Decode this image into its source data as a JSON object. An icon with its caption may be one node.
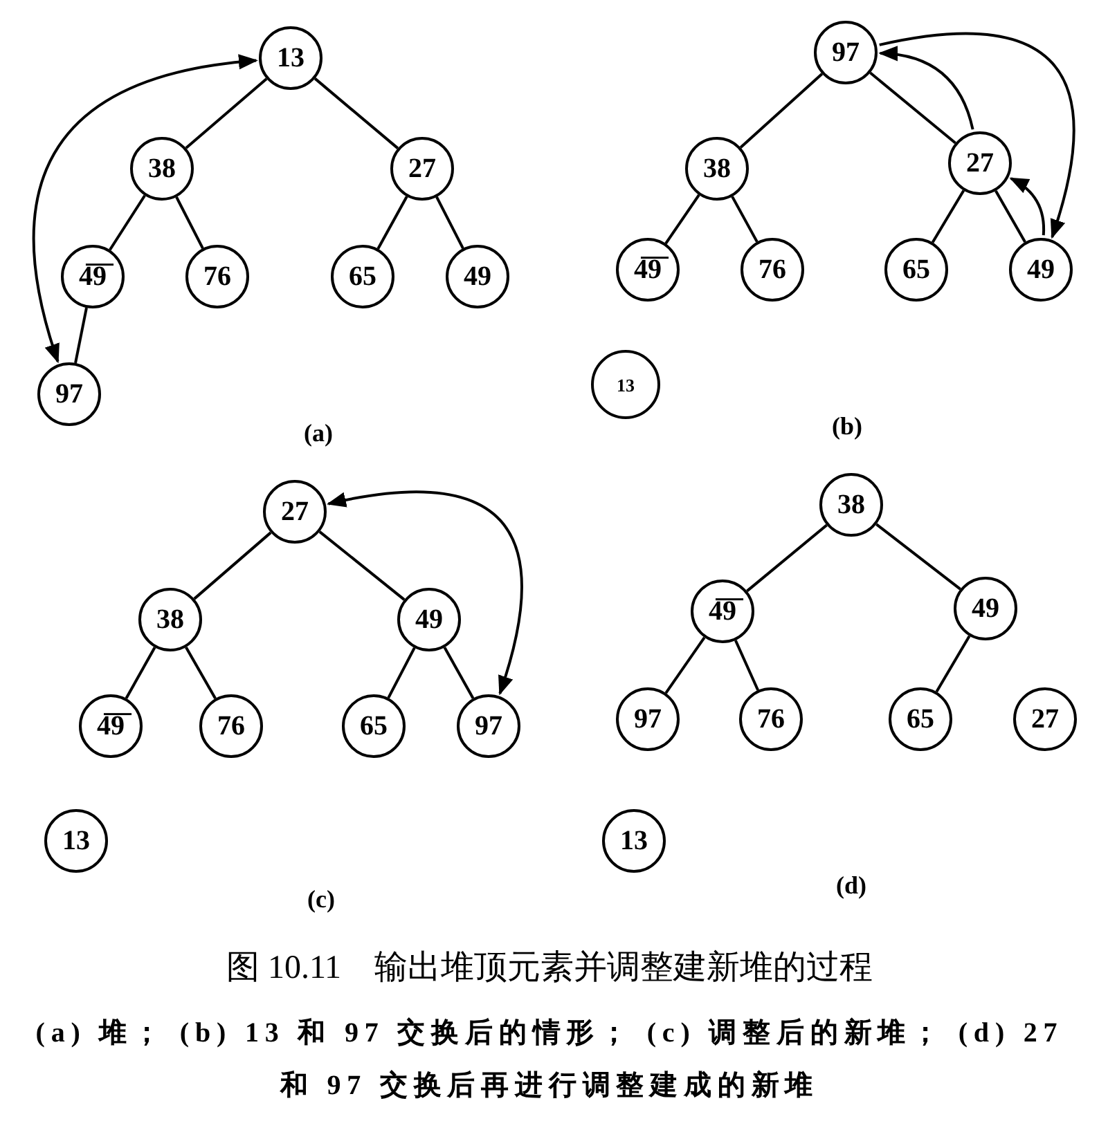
{
  "diagram": {
    "title": "图 10.11　输出堆顶元素并调整建新堆的过程",
    "caption": "(a) 堆；  (b) 13 和 97 交换后的情形；  (c) 调整后的新堆；  (d) 27 和 97 交换后再进行调整建成的新堆",
    "nodes": [
      {
        "text": [
          "13"
        ]
      },
      {
        "text": [
          "38"
        ]
      },
      {
        "text": [
          "27"
        ]
      },
      {
        "text": [
          "4̅9̅"
        ]
      },
      {
        "text": [
          "76"
        ]
      },
      {
        "text": [
          "65"
        ]
      },
      {
        "text": [
          "49"
        ]
      },
      {
        "text": [
          "97"
        ]
      },
      {
        "text": [
          "97"
        ]
      },
      {
        "text": [
          "38"
        ]
      },
      {
        "text": [
          "27"
        ]
      },
      {
        "text": [
          "4̅9̅"
        ]
      },
      {
        "text": [
          "76"
        ]
      },
      {
        "text": [
          "65"
        ]
      },
      {
        "text": [
          "49"
        ]
      },
      {
        "text": [
          "13"
        ]
      },
      {
        "text": [
          "27"
        ]
      },
      {
        "text": [
          "38"
        ]
      },
      {
        "text": [
          "49"
        ]
      },
      {
        "text": [
          "4̅9̅"
        ]
      },
      {
        "text": [
          "76"
        ]
      },
      {
        "text": [
          "65"
        ]
      },
      {
        "text": [
          "97"
        ]
      },
      {
        "text": [
          "13"
        ]
      },
      {
        "text": [
          "38"
        ]
      },
      {
        "text": [
          "4̅9̅"
        ]
      },
      {
        "text": [
          "49"
        ]
      },
      {
        "text": [
          "97"
        ]
      },
      {
        "text": [
          "76"
        ]
      },
      {
        "text": [
          "65"
        ]
      },
      {
        "text": [
          "27"
        ]
      },
      {
        "text": [
          "13"
        ]
      }
    ],
    "edges": [
      {
        "from": 0,
        "to": 1,
        "arrow": "none"
      },
      {
        "from": 0,
        "to": 2,
        "arrow": "none"
      },
      {
        "from": 1,
        "to": 3,
        "arrow": "none"
      },
      {
        "from": 1,
        "to": 4,
        "arrow": "none"
      },
      {
        "from": 2,
        "to": 5,
        "arrow": "none"
      },
      {
        "from": 2,
        "to": 6,
        "arrow": "none"
      },
      {
        "from": 3,
        "to": 7,
        "arrow": "none"
      },
      {
        "from": 0,
        "to": 7,
        "arrow": "both"
      },
      {
        "from": 8,
        "to": 9,
        "arrow": "none"
      },
      {
        "from": 8,
        "to": 10,
        "arrow": "none"
      },
      {
        "from": 9,
        "to": 11,
        "arrow": "none"
      },
      {
        "from": 9,
        "to": 12,
        "arrow": "none"
      },
      {
        "from": 10,
        "to": 13,
        "arrow": "none"
      },
      {
        "from": 10,
        "to": 14,
        "arrow": "none"
      },
      {
        "from": 10,
        "to": 8,
        "arrow": "to"
      },
      {
        "from": 14,
        "to": 10,
        "arrow": "to"
      },
      {
        "from": 8,
        "to": 14,
        "arrow": "to"
      },
      {
        "from": 16,
        "to": 17,
        "arrow": "none"
      },
      {
        "from": 16,
        "to": 18,
        "arrow": "none"
      },
      {
        "from": 17,
        "to": 19,
        "arrow": "none"
      },
      {
        "from": 17,
        "to": 20,
        "arrow": "none"
      },
      {
        "from": 18,
        "to": 21,
        "arrow": "none"
      },
      {
        "from": 18,
        "to": 22,
        "arrow": "none"
      },
      {
        "from": 16,
        "to": 22,
        "arrow": "both"
      },
      {
        "from": 24,
        "to": 25,
        "arrow": "none"
      },
      {
        "from": 24,
        "to": 26,
        "arrow": "none"
      },
      {
        "from": 25,
        "to": 27,
        "arrow": "none"
      },
      {
        "from": 25,
        "to": 28,
        "arrow": "none"
      },
      {
        "from": 26,
        "to": 29,
        "arrow": "none"
      }
    ],
    "labels": [
      "(a)",
      "(b)",
      "(c)",
      "(d)"
    ]
  }
}
